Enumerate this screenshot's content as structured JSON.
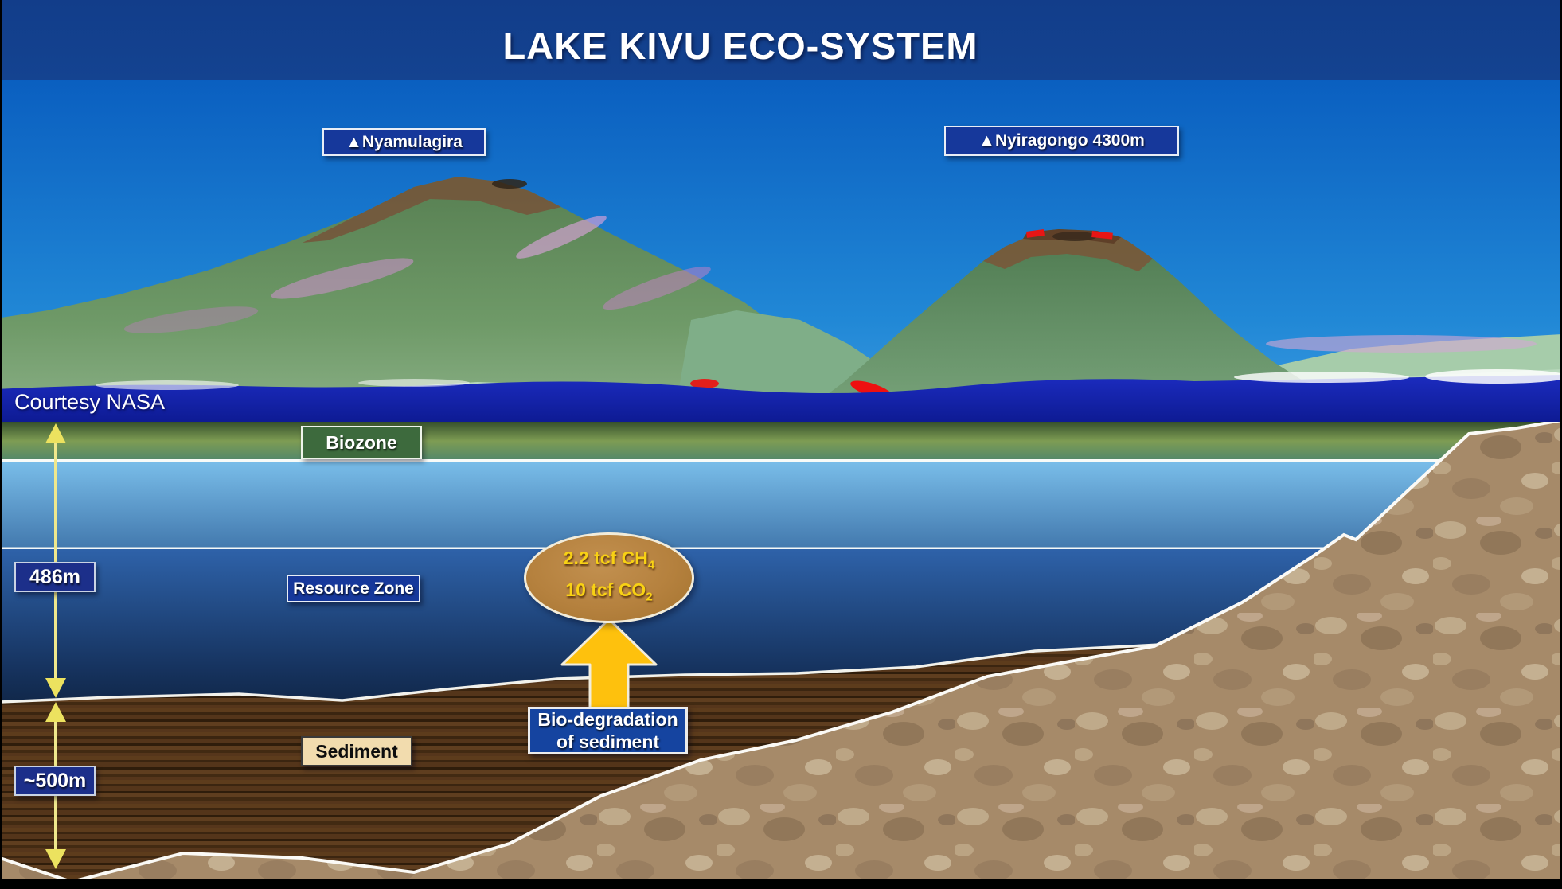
{
  "slide": {
    "title": "LAKE KIVU ECO-SYSTEM",
    "photo_credit": "Courtesy NASA"
  },
  "volcanoes": [
    {
      "marker": "▲",
      "name": "Nyamulagira"
    },
    {
      "marker": "▲",
      "name": "Nyiragongo 4300m"
    }
  ],
  "zones": {
    "biozone_label": "Biozone",
    "resource_label": "Resource Zone",
    "sediment_label": "Sediment"
  },
  "measurements": {
    "water_depth": "486m",
    "sediment_depth": "~500m"
  },
  "gas_bubble": {
    "line1_text": "2.2 tcf CH",
    "line1_sub": "4",
    "line2_text": "10 tcf CO",
    "line2_sub": "2"
  },
  "process_box": {
    "line1": "Bio-degradation",
    "line2": "of sediment"
  },
  "colors": {
    "slide_bg_top": "#123d8a",
    "slide_bg_bottom": "#1d72c1",
    "label_navy": "#16389b",
    "depth_label_navy": "#1c2f8a",
    "biozone_green": "#3d6a3d",
    "sediment_label_tan": "#f2dcae",
    "bubble_brown": "#b5813e",
    "bubble_text_yellow": "#f8d114",
    "updraft_arrow_yellow": "#fec10d",
    "depth_arrow_yellow": "#efe88d",
    "lake_surface_blue": "#79bde9",
    "deep_water_navy": "#081526",
    "sediment_brown": "#4c3016",
    "bedrock_tan": "#a68a69"
  }
}
